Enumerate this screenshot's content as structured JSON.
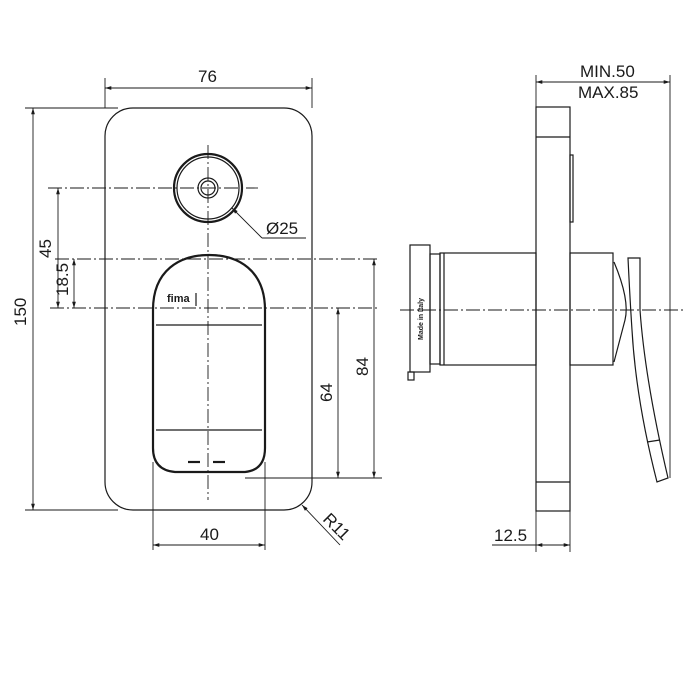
{
  "dimensions": {
    "plate_width": "76",
    "plate_height": "150",
    "knob_diameter": "Ø25",
    "knob_offset": "45",
    "handle_offset": "18.5",
    "handle_to_bottom": "64",
    "handle_height": "84",
    "handle_width": "40",
    "corner_radius": "R11",
    "depth_min": "MIN.50",
    "depth_max": "MAX.85",
    "plate_thickness": "12.5"
  },
  "labels": {
    "brand": "fima",
    "origin": "Made in Italy"
  }
}
